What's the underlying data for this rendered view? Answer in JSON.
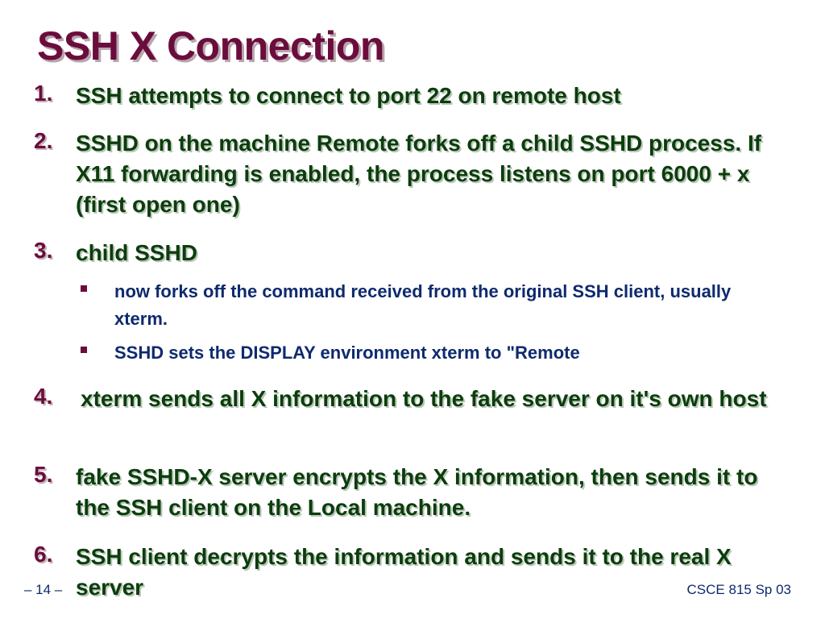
{
  "slide": {
    "title": "SSH X Connection",
    "items": [
      {
        "number": "1.",
        "text": "SSH attempts to connect to port 22 on remote host"
      },
      {
        "number": "2.",
        "text": "SSHD on the machine Remote forks off a child SSHD process. If X11 forwarding is enabled, the process listens on port 6000 + x (first open one)"
      },
      {
        "number": "3.",
        "text": "child SSHD"
      },
      {
        "number": "4.",
        "text": " xterm sends all X information to the fake server on it's own host"
      },
      {
        "number": "5.",
        "text": "fake SSHD-X server encrypts the X information, then sends it to the SSH client on the Local machine."
      },
      {
        "number": "6.",
        "text": "SSH client decrypts the information and sends it to the real X server"
      }
    ],
    "subitems": [
      {
        "text": "now forks off the command received from the original SSH client, usually xterm."
      },
      {
        "text": "SSHD sets the DISPLAY environment xterm to \"Remote"
      }
    ]
  },
  "footer": {
    "page": "– 14 –",
    "course": "CSCE 815 Sp 03"
  },
  "colors": {
    "title": "#6b0d3c",
    "body_text": "#0c3d0c",
    "sub_text": "#0e2a6e"
  }
}
